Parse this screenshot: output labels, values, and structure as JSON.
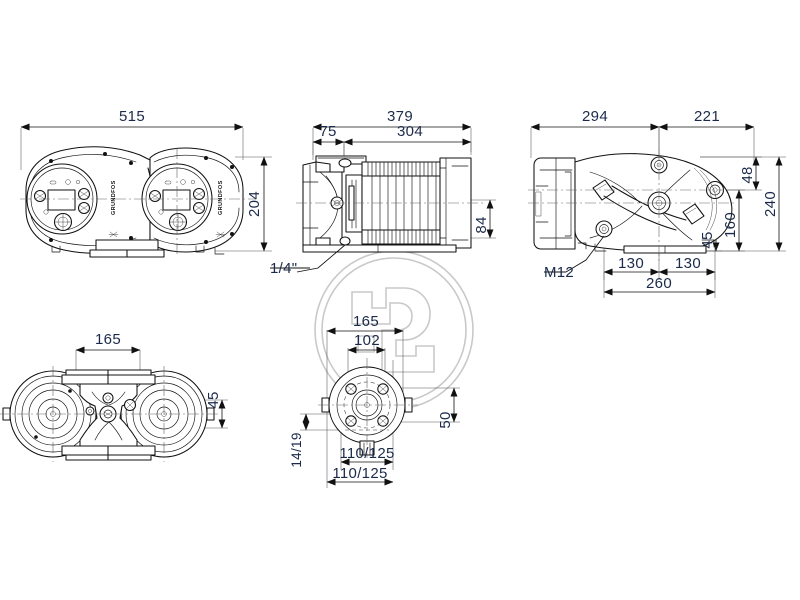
{
  "drawing": {
    "title": "Twin-head in-line circulator pump — dimensional drawing",
    "background_color": "#ffffff",
    "line_color": "#111111",
    "dimension_text_color": "#1b2a4a",
    "watermark_color": "#c9c9c9",
    "units": "mm"
  },
  "brand": {
    "housing_text": "GRUNDFOS",
    "watermark_name": "grundfos-logo-watermark"
  },
  "views": [
    {
      "id": "top-left-view",
      "name": "front-elevation-twin-pump",
      "position": "top-left"
    },
    {
      "id": "top-middle-view",
      "name": "side-elevation-pump",
      "position": "top-middle"
    },
    {
      "id": "top-right-view",
      "name": "rear-elevation-pump",
      "position": "top-right"
    },
    {
      "id": "bottom-left-view",
      "name": "plan-view-twin-pump",
      "position": "bottom-left"
    },
    {
      "id": "bottom-middle-view",
      "name": "flange-detail-view",
      "position": "bottom-middle"
    }
  ],
  "dimensions": {
    "front_overall_width": "515",
    "front_overall_height": "204",
    "side_overall_length": "379",
    "side_inlet_offset": "75",
    "side_body_length": "304",
    "side_port_height": "84",
    "rear_left_width": "294",
    "rear_right_width": "221",
    "rear_total_height": "240",
    "rear_top_offset": "48",
    "rear_mid_height": "160",
    "rear_bottom_offset": "45",
    "rear_bolt_left": "130",
    "rear_bolt_right": "130",
    "rear_bolt_span": "260",
    "plan_flange_width": "165",
    "plan_offset": "45",
    "flange_outer": "165",
    "flange_bolt_circle": "102",
    "flange_hole_size": "14/19",
    "flange_height_50": "50",
    "flange_pcd_upper": "110/125",
    "flange_pcd_lower": "110/125"
  },
  "callouts": {
    "drain_port": "1/4\"",
    "mounting_bolt": "M12"
  }
}
